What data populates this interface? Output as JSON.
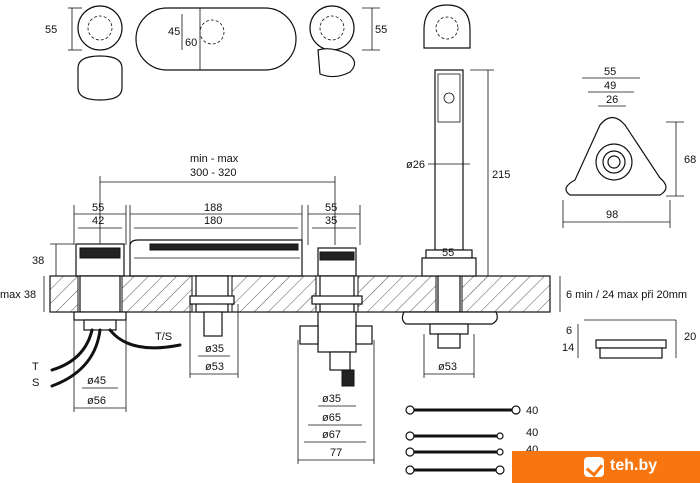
{
  "drawing": {
    "dims": {
      "tap_top_h": "55",
      "spout_top_w": "45",
      "spout_top_h": "60",
      "tap_top_h_right": "55",
      "handshower_w": "55",
      "handshower_mid_w": "49",
      "handshower_hole": "26",
      "handshower_depth": "68",
      "handshower_base_w": "98",
      "span_label": "min - max",
      "span_value": "300 - 320",
      "left_outer": "55",
      "left_inner": "42",
      "spout_outer": "188",
      "spout_inner": "180",
      "right_outer": "55",
      "right_inner": "35",
      "shower_tube": "ø26",
      "shower_height": "215",
      "shower_base": "55",
      "left_height": "38",
      "max_thickness": "max 38",
      "deck_thickness": "6 min / 24 max při 20mm",
      "ts_label": "T/S",
      "t_label": "T",
      "s_label": "S",
      "d45": "ø45",
      "d56": "ø56",
      "d35_left": "ø35",
      "d53_left": "ø53",
      "d35_right": "ø35",
      "d65": "ø65",
      "d67": "ø67",
      "w77": "77",
      "d53_right": "ø53",
      "plate_6": "6",
      "plate_14": "14",
      "plate_20": "20",
      "hose_1": "40",
      "hose_2": "40",
      "hose_3": "40",
      "hose_4": "40"
    }
  },
  "badge": {
    "brand": "teh.by",
    "color": "#f7760f"
  }
}
